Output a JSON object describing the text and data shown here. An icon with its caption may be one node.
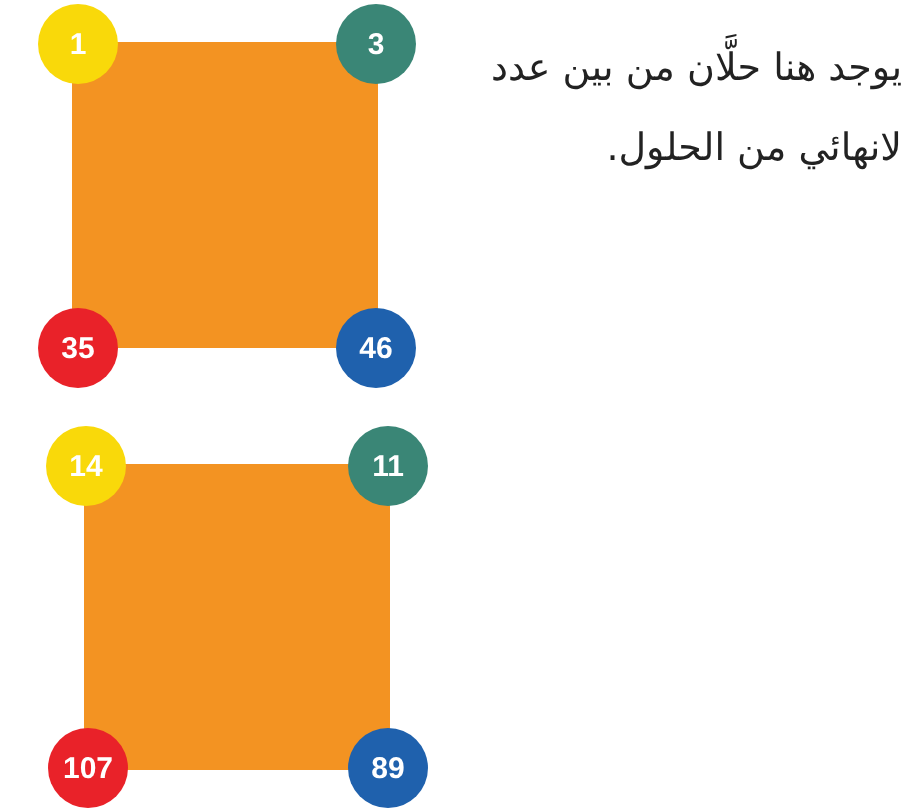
{
  "diagram": {
    "nodes": [
      {
        "text": [],
        "shape": "box"
      },
      {
        "text": [
          "1"
        ]
      },
      {
        "text": [
          "3"
        ]
      },
      {
        "text": [
          "35"
        ]
      },
      {
        "text": [
          "46"
        ]
      },
      {
        "text": [],
        "shape": "box"
      },
      {
        "text": [
          "14"
        ]
      },
      {
        "text": [
          "11"
        ]
      },
      {
        "text": [
          "107"
        ]
      },
      {
        "text": [
          "89"
        ]
      }
    ],
    "labels": [
      "يوجد هنا حلَّان من بين عدد لانهائي من الحلول."
    ]
  }
}
